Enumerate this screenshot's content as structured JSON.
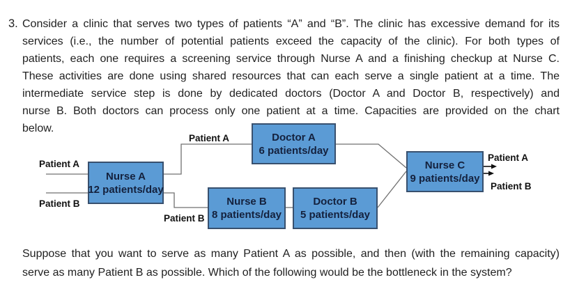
{
  "problem": {
    "number": "3.",
    "lines": [
      "Consider a clinic that serves two types of patients “A” and “B”. The clinic has excessive demand for its",
      "services (i.e., the number of potential patients exceed the capacity of the clinic). For both types of",
      "patients, each one requires a screening service through Nurse A and a finishing checkup at Nurse C.",
      "These activities are done using shared resources that can each serve a single patient at a time. The",
      "intermediate service step is done by dedicated doctors (Doctor A and Doctor B, respectively) and",
      "nurse B. Both doctors can process only one patient at a time. Capacities are provided on the chart",
      "below."
    ]
  },
  "question": {
    "lines": [
      "Suppose that you want to serve as many Patient A as possible, and then (with the remaining capacity)",
      "serve as many Patient B as possible. Which of the following would be the bottleneck in the system?"
    ]
  },
  "diagram": {
    "nodes": [
      {
        "id": "nurse-a",
        "label": "Nurse A",
        "capacity": "12 patients/day"
      },
      {
        "id": "doctor-a",
        "label": "Doctor A",
        "capacity": "6 patients/day"
      },
      {
        "id": "nurse-b",
        "label": "Nurse B",
        "capacity": "8 patients/day"
      },
      {
        "id": "doctor-b",
        "label": "Doctor B",
        "capacity": "5 patients/day"
      },
      {
        "id": "nurse-c",
        "label": "Nurse C",
        "capacity": "9 patients/day"
      }
    ],
    "flow_labels": {
      "in_a": "Patient A",
      "in_b": "Patient B",
      "mid_a": "Patient A",
      "mid_b": "Patient B",
      "out_a": "Patient A",
      "out_b": "Patient B"
    },
    "colors": {
      "node_fill": "#5B9BD5",
      "node_border": "#38506e",
      "line": "#707070"
    }
  }
}
